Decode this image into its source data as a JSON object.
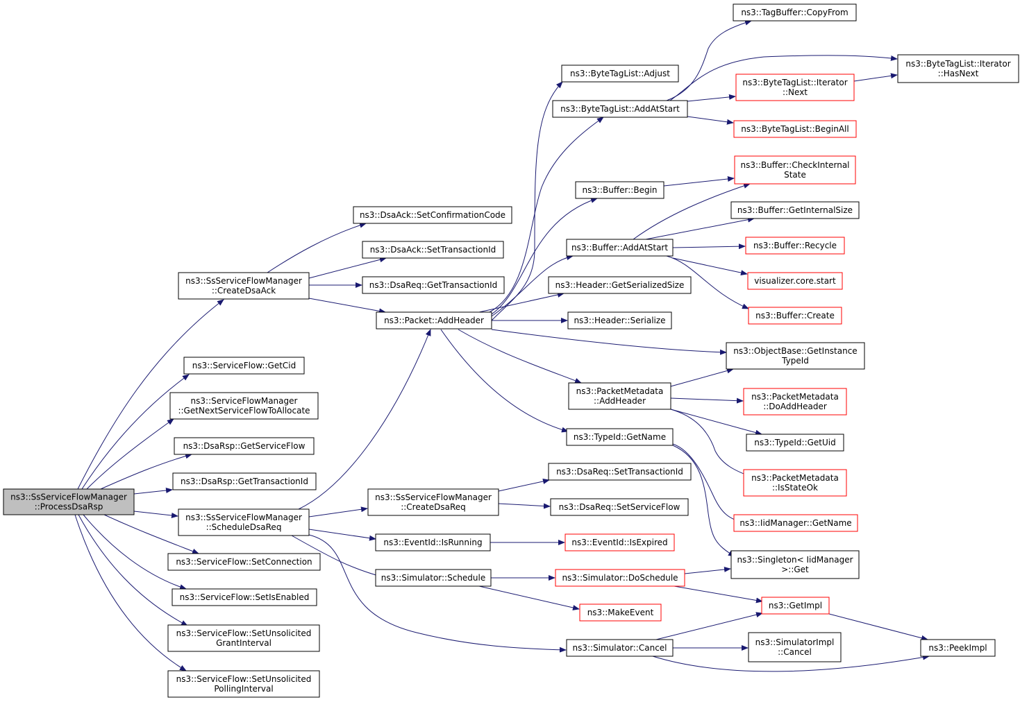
{
  "colors": {
    "edge": "#191970",
    "root_fill": "#bfbfbf",
    "border_default": "#000000",
    "border_undocumented": "#ff0000"
  },
  "nodes": [
    {
      "id": "processDsaRsp",
      "lines": [
        "ns3::SsServiceFlowManager",
        "::ProcessDsaRsp"
      ],
      "style": "root"
    },
    {
      "id": "createDsaAck",
      "lines": [
        "ns3::SsServiceFlowManager",
        "::CreateDsaAck"
      ],
      "style": "black"
    },
    {
      "id": "getCid",
      "lines": [
        "ns3::ServiceFlow::GetCid"
      ],
      "style": "black"
    },
    {
      "id": "getNextSF",
      "lines": [
        "ns3::ServiceFlowManager",
        "::GetNextServiceFlowToAllocate"
      ],
      "style": "black"
    },
    {
      "id": "dsaRspGetSF",
      "lines": [
        "ns3::DsaRsp::GetServiceFlow"
      ],
      "style": "black"
    },
    {
      "id": "dsaRspGetTid",
      "lines": [
        "ns3::DsaRsp::GetTransactionId"
      ],
      "style": "black"
    },
    {
      "id": "scheduleDsaReq",
      "lines": [
        "ns3::SsServiceFlowManager",
        "::ScheduleDsaReq"
      ],
      "style": "black"
    },
    {
      "id": "setConnection",
      "lines": [
        "ns3::ServiceFlow::SetConnection"
      ],
      "style": "black"
    },
    {
      "id": "setIsEnabled",
      "lines": [
        "ns3::ServiceFlow::SetIsEnabled"
      ],
      "style": "black"
    },
    {
      "id": "setUnsolGrant",
      "lines": [
        "ns3::ServiceFlow::SetUnsolicited",
        "GrantInterval"
      ],
      "style": "black"
    },
    {
      "id": "setUnsolPoll",
      "lines": [
        "ns3::ServiceFlow::SetUnsolicited",
        "PollingInterval"
      ],
      "style": "black"
    },
    {
      "id": "setConfCode",
      "lines": [
        "ns3::DsaAck::SetConfirmationCode"
      ],
      "style": "black"
    },
    {
      "id": "dsaAckSetTid",
      "lines": [
        "ns3::DsaAck::SetTransactionId"
      ],
      "style": "black"
    },
    {
      "id": "dsaReqGetTid",
      "lines": [
        "ns3::DsaReq::GetTransactionId"
      ],
      "style": "black"
    },
    {
      "id": "addHeader",
      "lines": [
        "ns3::Packet::AddHeader"
      ],
      "style": "black"
    },
    {
      "id": "createDsaReq",
      "lines": [
        "ns3::SsServiceFlowManager",
        "::CreateDsaReq"
      ],
      "style": "black"
    },
    {
      "id": "eventIsRunning",
      "lines": [
        "ns3::EventId::IsRunning"
      ],
      "style": "black"
    },
    {
      "id": "simSchedule",
      "lines": [
        "ns3::Simulator::Schedule"
      ],
      "style": "black"
    },
    {
      "id": "simCancel",
      "lines": [
        "ns3::Simulator::Cancel"
      ],
      "style": "black"
    },
    {
      "id": "btlAdjust",
      "lines": [
        "ns3::ByteTagList::Adjust"
      ],
      "style": "black"
    },
    {
      "id": "btlAddAtStart",
      "lines": [
        "ns3::ByteTagList::AddAtStart"
      ],
      "style": "black"
    },
    {
      "id": "bufBegin",
      "lines": [
        "ns3::Buffer::Begin"
      ],
      "style": "black"
    },
    {
      "id": "bufAddAtStart",
      "lines": [
        "ns3::Buffer::AddAtStart"
      ],
      "style": "black"
    },
    {
      "id": "hdrGetSerSize",
      "lines": [
        "ns3::Header::GetSerializedSize"
      ],
      "style": "black"
    },
    {
      "id": "hdrSerialize",
      "lines": [
        "ns3::Header::Serialize"
      ],
      "style": "black"
    },
    {
      "id": "pmAddHeader",
      "lines": [
        "ns3::PacketMetadata",
        "::AddHeader"
      ],
      "style": "black"
    },
    {
      "id": "typeIdGetName",
      "lines": [
        "ns3::TypeId::GetName"
      ],
      "style": "black"
    },
    {
      "id": "dsaReqSetTid",
      "lines": [
        "ns3::DsaReq::SetTransactionId"
      ],
      "style": "black"
    },
    {
      "id": "dsaReqSetSF",
      "lines": [
        "ns3::DsaReq::SetServiceFlow"
      ],
      "style": "black"
    },
    {
      "id": "eventIsExpired",
      "lines": [
        "ns3::EventId::IsExpired"
      ],
      "style": "red"
    },
    {
      "id": "simDoSchedule",
      "lines": [
        "ns3::Simulator::DoSchedule"
      ],
      "style": "red"
    },
    {
      "id": "makeEvent",
      "lines": [
        "ns3::MakeEvent"
      ],
      "style": "red"
    },
    {
      "id": "tagCopyFrom",
      "lines": [
        "ns3::TagBuffer::CopyFrom"
      ],
      "style": "black"
    },
    {
      "id": "btlIterNext",
      "lines": [
        "ns3::ByteTagList::Iterator",
        "::Next"
      ],
      "style": "red"
    },
    {
      "id": "btlBeginAll",
      "lines": [
        "ns3::ByteTagList::BeginAll"
      ],
      "style": "red"
    },
    {
      "id": "bufCheckState",
      "lines": [
        "ns3::Buffer::CheckInternal",
        "State"
      ],
      "style": "red"
    },
    {
      "id": "bufGetIntSize",
      "lines": [
        "ns3::Buffer::GetInternalSize"
      ],
      "style": "black"
    },
    {
      "id": "bufRecycle",
      "lines": [
        "ns3::Buffer::Recycle"
      ],
      "style": "red"
    },
    {
      "id": "vizStart",
      "lines": [
        "visualizer.core.start"
      ],
      "style": "red"
    },
    {
      "id": "bufCreate",
      "lines": [
        "ns3::Buffer::Create"
      ],
      "style": "red"
    },
    {
      "id": "objGetInstTid",
      "lines": [
        "ns3::ObjectBase::GetInstance",
        "TypeId"
      ],
      "style": "black"
    },
    {
      "id": "pmDoAddHeader",
      "lines": [
        "ns3::PacketMetadata",
        "::DoAddHeader"
      ],
      "style": "red"
    },
    {
      "id": "typeIdGetUid",
      "lines": [
        "ns3::TypeId::GetUid"
      ],
      "style": "black"
    },
    {
      "id": "pmIsStateOk",
      "lines": [
        "ns3::PacketMetadata",
        "::IsStateOk"
      ],
      "style": "red"
    },
    {
      "id": "iidGetName",
      "lines": [
        "ns3::IidManager::GetName"
      ],
      "style": "red"
    },
    {
      "id": "singletonGet",
      "lines": [
        "ns3::Singleton< IidManager",
        ">::Get"
      ],
      "style": "black"
    },
    {
      "id": "getImpl",
      "lines": [
        "ns3::GetImpl"
      ],
      "style": "red"
    },
    {
      "id": "simImplCancel",
      "lines": [
        "ns3::SimulatorImpl",
        "::Cancel"
      ],
      "style": "black"
    },
    {
      "id": "btlIterHasNext",
      "lines": [
        "ns3::ByteTagList::Iterator",
        "::HasNext"
      ],
      "style": "black"
    },
    {
      "id": "peekImpl",
      "lines": [
        "ns3::PeekImpl"
      ],
      "style": "black"
    }
  ],
  "edges": [
    [
      "processDsaRsp",
      "createDsaAck"
    ],
    [
      "processDsaRsp",
      "getCid"
    ],
    [
      "processDsaRsp",
      "getNextSF"
    ],
    [
      "processDsaRsp",
      "dsaRspGetSF"
    ],
    [
      "processDsaRsp",
      "dsaRspGetTid"
    ],
    [
      "processDsaRsp",
      "scheduleDsaReq"
    ],
    [
      "processDsaRsp",
      "setConnection"
    ],
    [
      "processDsaRsp",
      "setIsEnabled"
    ],
    [
      "processDsaRsp",
      "setUnsolGrant"
    ],
    [
      "processDsaRsp",
      "setUnsolPoll"
    ],
    [
      "createDsaAck",
      "setConfCode"
    ],
    [
      "createDsaAck",
      "dsaAckSetTid"
    ],
    [
      "createDsaAck",
      "dsaReqGetTid"
    ],
    [
      "createDsaAck",
      "addHeader"
    ],
    [
      "scheduleDsaReq",
      "addHeader"
    ],
    [
      "scheduleDsaReq",
      "createDsaReq"
    ],
    [
      "scheduleDsaReq",
      "eventIsRunning"
    ],
    [
      "scheduleDsaReq",
      "simSchedule"
    ],
    [
      "scheduleDsaReq",
      "simCancel"
    ],
    [
      "addHeader",
      "btlAdjust"
    ],
    [
      "addHeader",
      "btlAddAtStart"
    ],
    [
      "addHeader",
      "bufBegin"
    ],
    [
      "addHeader",
      "bufAddAtStart"
    ],
    [
      "addHeader",
      "hdrGetSerSize"
    ],
    [
      "addHeader",
      "hdrSerialize"
    ],
    [
      "addHeader",
      "objGetInstTid"
    ],
    [
      "addHeader",
      "pmAddHeader"
    ],
    [
      "addHeader",
      "typeIdGetName"
    ],
    [
      "createDsaReq",
      "dsaReqSetTid"
    ],
    [
      "createDsaReq",
      "dsaReqSetSF"
    ],
    [
      "eventIsRunning",
      "eventIsExpired"
    ],
    [
      "simSchedule",
      "simDoSchedule"
    ],
    [
      "simSchedule",
      "makeEvent"
    ],
    [
      "simCancel",
      "getImpl"
    ],
    [
      "simCancel",
      "simImplCancel"
    ],
    [
      "simCancel",
      "peekImpl"
    ],
    [
      "btlAddAtStart",
      "tagCopyFrom"
    ],
    [
      "btlAddAtStart",
      "btlIterHasNext"
    ],
    [
      "btlAddAtStart",
      "btlIterNext"
    ],
    [
      "btlAddAtStart",
      "btlBeginAll"
    ],
    [
      "btlIterNext",
      "btlIterHasNext"
    ],
    [
      "bufBegin",
      "bufCheckState"
    ],
    [
      "bufAddAtStart",
      "bufCheckState"
    ],
    [
      "bufAddAtStart",
      "bufGetIntSize"
    ],
    [
      "bufAddAtStart",
      "bufRecycle"
    ],
    [
      "bufAddAtStart",
      "vizStart"
    ],
    [
      "bufAddAtStart",
      "bufCreate"
    ],
    [
      "pmAddHeader",
      "objGetInstTid"
    ],
    [
      "pmAddHeader",
      "pmDoAddHeader"
    ],
    [
      "pmAddHeader",
      "typeIdGetUid"
    ],
    [
      "pmAddHeader",
      "pmIsStateOk"
    ],
    [
      "typeIdGetName",
      "iidGetName"
    ],
    [
      "typeIdGetName",
      "singletonGet"
    ],
    [
      "simDoSchedule",
      "singletonGet"
    ],
    [
      "simDoSchedule",
      "getImpl"
    ],
    [
      "getImpl",
      "peekImpl"
    ]
  ]
}
